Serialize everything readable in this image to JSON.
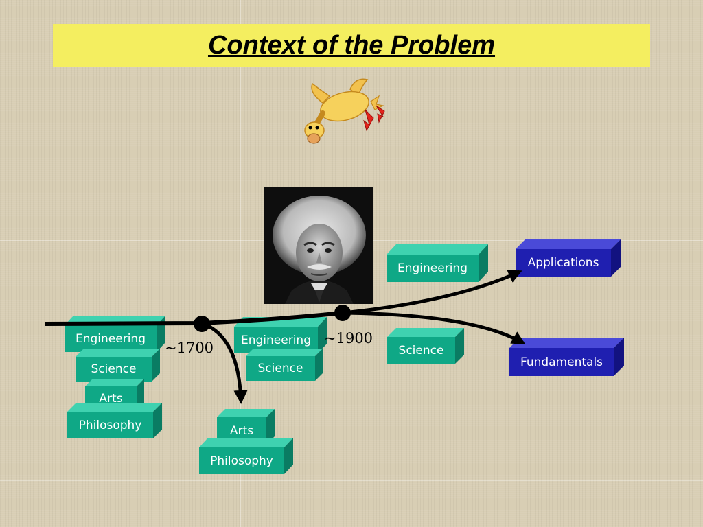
{
  "slide": {
    "title": "Context of the Problem"
  },
  "timeline": {
    "year_1700": "~1700",
    "year_1900": "~1900"
  },
  "stack_left": {
    "engineering": "Engineering",
    "science": "Science",
    "arts": "Arts",
    "philosophy": "Philosophy"
  },
  "stack_middle": {
    "engineering": "Engineering",
    "science": "Science"
  },
  "stack_branch_down": {
    "arts": "Arts",
    "philosophy": "Philosophy"
  },
  "stack_right": {
    "engineering": "Engineering",
    "science": "Science"
  },
  "targets": {
    "applications": "Applications",
    "fundamentals": "Fundamentals"
  },
  "colors": {
    "title_background": "#f4ee60",
    "block_green": "#0fa886",
    "block_blue": "#1f1fb0",
    "timeline": "#000000"
  },
  "icons": {
    "duck": "falling-duck-icon",
    "portrait": "einstein-portrait"
  }
}
